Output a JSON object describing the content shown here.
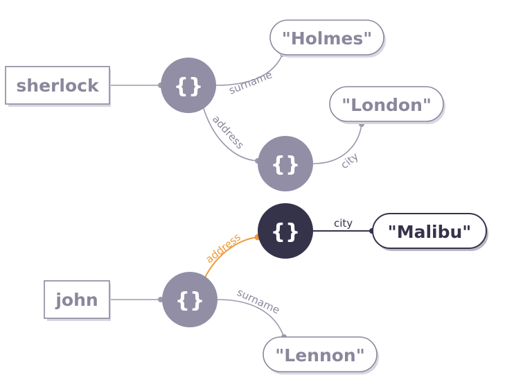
{
  "colors": {
    "node_fill": "#918ea6",
    "node_dark": "#35334a",
    "text_muted": "#8a879c",
    "text_dark": "#35334a",
    "edge": "#9b98ac",
    "edge_dark": "#35334a",
    "highlight": "#ef9a36",
    "box_border": "#8a879c",
    "background": "#ffffff"
  },
  "nodes": {
    "sherlock": {
      "label": "sherlock"
    },
    "john": {
      "label": "john"
    },
    "holmes": {
      "label": "\"Holmes\""
    },
    "london": {
      "label": "\"London\""
    },
    "malibu": {
      "label": "\"Malibu\""
    },
    "lennon": {
      "label": "\"Lennon\""
    },
    "sherlock_obj": {
      "icon": "curly-braces-icon",
      "glyph": "{}"
    },
    "sherlock_address_obj": {
      "icon": "curly-braces-icon",
      "glyph": "{}"
    },
    "john_address_obj": {
      "icon": "curly-braces-icon",
      "glyph": "{}",
      "highlighted": true
    },
    "john_obj": {
      "icon": "curly-braces-icon",
      "glyph": "{}"
    }
  },
  "edges": {
    "sherlock_surname": "surname",
    "sherlock_address": "address",
    "sherlock_city": "city",
    "john_city": "city",
    "john_address": "address",
    "john_surname": "surname"
  }
}
